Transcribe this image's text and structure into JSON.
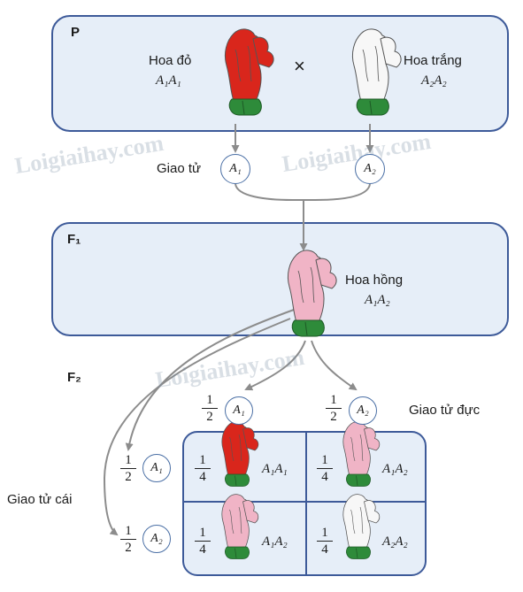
{
  "labels": {
    "p": "P",
    "f1": "F₁",
    "f2": "F₂",
    "red_flower": "Hoa đỏ",
    "red_genotype": "A₁A₁",
    "cross_symbol": "×",
    "white_flower": "Hoa trắng",
    "white_genotype": "A₂A₂",
    "gamete": "Giao tử",
    "pink_flower": "Hoa hồng",
    "pink_genotype": "A₁A₂",
    "male_gametes": "Giao tử đực",
    "female_gametes": "Giao tử cái"
  },
  "alleles": {
    "a1": "A₁",
    "a2": "A₂"
  },
  "gamete_fraction": {
    "num": "1",
    "den": "2"
  },
  "cell_fraction": {
    "num": "1",
    "den": "4"
  },
  "punnett": [
    {
      "genotype": "A₁A₁",
      "color": "red"
    },
    {
      "genotype": "A₁A₂",
      "color": "pink"
    },
    {
      "genotype": "A₁A₂",
      "color": "pink"
    },
    {
      "genotype": "A₂A₂",
      "color": "white"
    }
  ],
  "watermark": "Loigiaihay.com",
  "colors": {
    "box_fill": "#e6eef8",
    "box_stroke": "#3d5a99",
    "arrow": "#8c8c8c",
    "red": "#d9261c",
    "pink": "#f0b4c6",
    "white": "#f7f7f7",
    "leaf": "#2e8b3a"
  }
}
